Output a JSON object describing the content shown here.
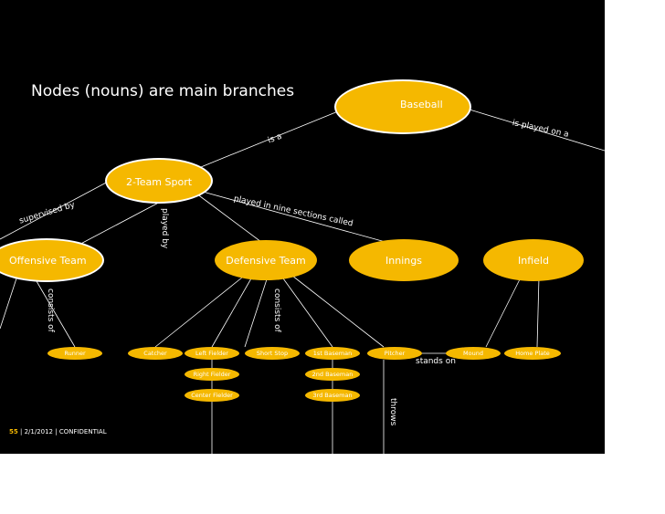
{
  "heading": "Nodes (nouns) are main branches",
  "nodes": {
    "baseball": "Baseball",
    "team_sport": "2-Team Sport",
    "offensive": "Offensive Team",
    "defensive": "Defensive Team",
    "innings": "Innings",
    "infield": "Infield"
  },
  "leaves": {
    "runner": "Runner",
    "catcher": "Catcher",
    "left_fielder": "Left Fielder",
    "right_fielder": "Right Fielder",
    "center_fielder": "Center Fielder",
    "short_stop": "Short Stop",
    "first_baseman": "1st Baseman",
    "second_baseman": "2nd Baseman",
    "third_baseman": "3rd Baseman",
    "pitcher": "Pitcher",
    "mound": "Mound",
    "home_plate": "Home Plate"
  },
  "links": {
    "is_a": "is a",
    "is_played_on_a": "is played on a",
    "supervised_by": "supervised by",
    "played_by": "played by",
    "played_in_nine_sections_called": "played in nine sections called",
    "consists_of_offense": "consists of",
    "consists_of_defense": "consists of",
    "stands_on": "stands on",
    "throws": "throws"
  },
  "footer": {
    "page_number": "55",
    "text": "| 2/1/2012 | CONFIDENTIAL"
  },
  "colors": {
    "node_fill": "#f5b800",
    "background": "#000000",
    "text": "#ffffff"
  }
}
